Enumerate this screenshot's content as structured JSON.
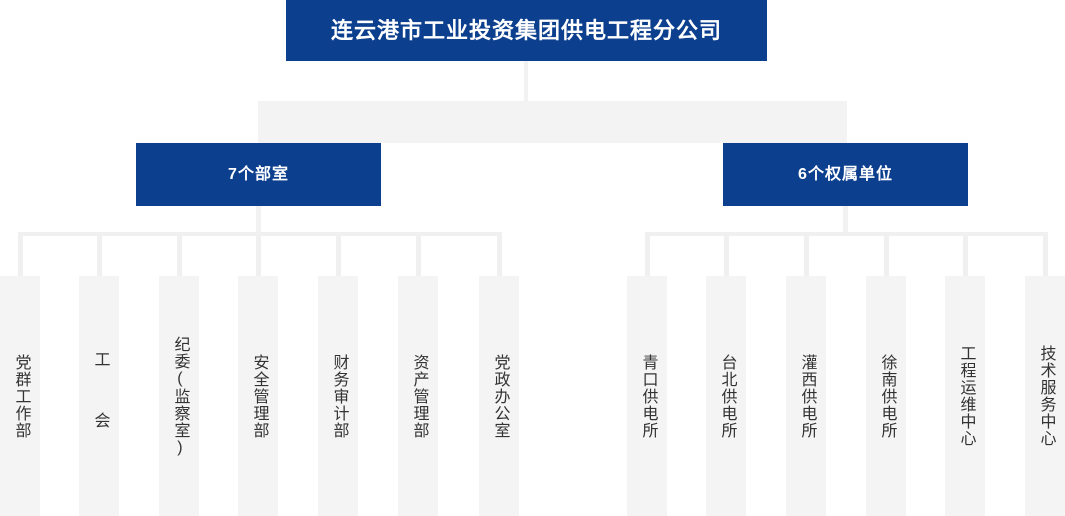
{
  "chart": {
    "type": "org-chart",
    "title": "连云港市工业投资集团供电工程分公司",
    "colors": {
      "node_blue": "#0c3f8e",
      "node_text": "#ffffff",
      "leaf_background": "#f4f4f4",
      "leaf_text": "#333333",
      "connector": "#f0f0f0",
      "band": "#f3f3f3",
      "page_background": "#ffffff"
    },
    "groups": [
      {
        "label": "7个部室",
        "count": 7,
        "children": [
          "党群工作部",
          "工 会",
          "纪委(监察室)",
          "安全管理部",
          "财务审计部",
          "资产管理部",
          "党政办公室"
        ]
      },
      {
        "label": "6个权属单位",
        "count": 6,
        "children": [
          "青口供电所",
          "台北供电所",
          "灌西供电所",
          "徐南供电所",
          "工程运维中心",
          "技术服务中心"
        ]
      }
    ]
  }
}
